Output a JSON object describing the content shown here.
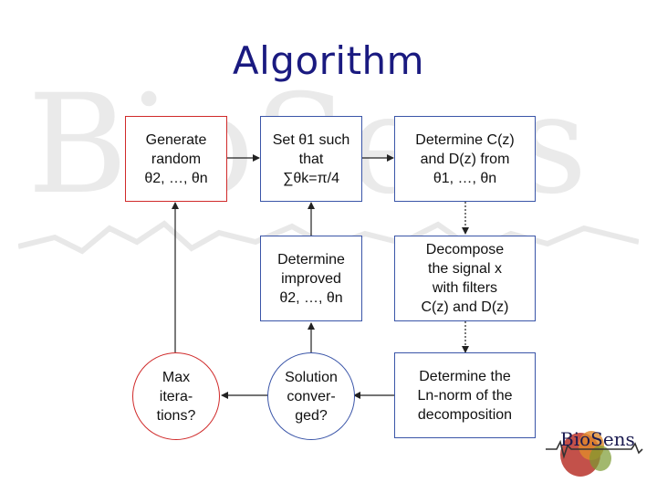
{
  "slide": {
    "title": "Algorithm"
  },
  "boxes": {
    "generate": "Generate\nrandom\nθ2, …, θn",
    "set_theta": "Set θ1 such\nthat\n∑θk=π/4",
    "determine_cd": "Determine C(z)\nand D(z) from\nθ1, …, θn",
    "improved": "Determine\nimproved\nθ2, …, θn",
    "decompose": "Decompose\nthe signal x\nwith filters\nC(z) and D(z)",
    "max_iter": "Max\nitera-\ntions?",
    "converged": "Solution\nconver-\nged?",
    "ln_norm": "Determine the\nLn-norm of the\ndecomposition"
  },
  "logo": {
    "text": "BioSens"
  },
  "colors": {
    "title": "#1a1a80",
    "box_border": "#3a55a8",
    "red_border": "#d02a2a",
    "arrow": "#222222"
  }
}
